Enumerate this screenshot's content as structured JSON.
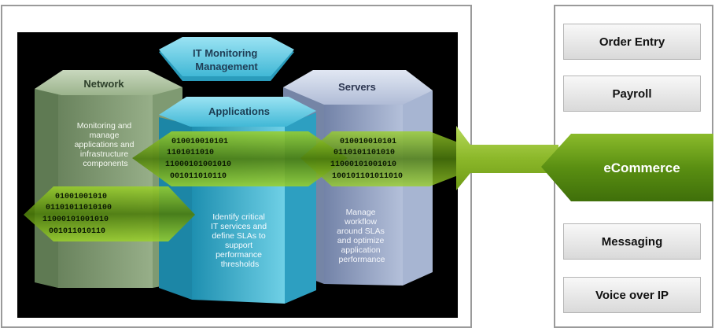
{
  "diagram": {
    "top_label": "IT Monitoring Management",
    "top_label_lines": [
      "IT Monitoring",
      "Management"
    ],
    "network_label": "Network",
    "network_desc": [
      "Monitoring and",
      "manage",
      "applications and",
      "infrastructure",
      "components"
    ],
    "servers_label": "Servers",
    "servers_desc": [
      "Manage",
      "workflow",
      "around SLAs",
      "and optimize",
      "application",
      "performance"
    ],
    "applications_label": "Applications",
    "applications_desc": [
      "Identify critical",
      "IT services and",
      "define SLAs to",
      "support",
      "performance",
      "thresholds"
    ],
    "binary_rows_right": [
      "010010010101",
      "0110101101010",
      "11000101001010",
      "100101101011010"
    ],
    "binary_rows_center": [
      "010010010101",
      "1101011010",
      "11000101001010",
      "001011010110"
    ],
    "binary_rows_left": [
      "01001001010",
      "01101011010100",
      "11000101001010",
      "001011010110"
    ]
  },
  "services": [
    {
      "label": "Order Entry",
      "active": false
    },
    {
      "label": "Payroll",
      "active": false
    },
    {
      "label": "eCommerce",
      "active": true
    },
    {
      "label": "Messaging",
      "active": false
    },
    {
      "label": "Voice over IP",
      "active": false
    }
  ],
  "colors": {
    "accent_green": "#7cae1e",
    "dark_green": "#3f6f0a",
    "background_black": "#000000",
    "cyan_column": "#3eb6d2",
    "network_column": "#8aa67c",
    "servers_column": "#8f9fbf"
  }
}
